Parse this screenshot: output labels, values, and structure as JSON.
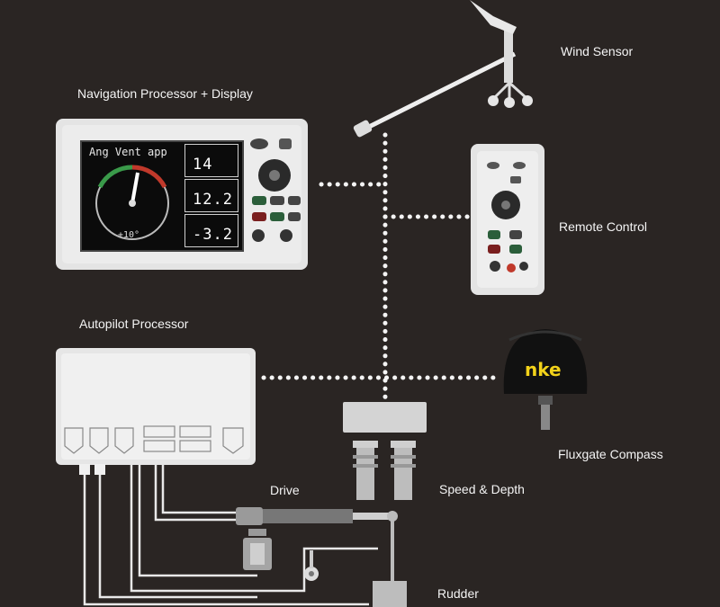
{
  "labels": {
    "wind_sensor": "Wind Sensor",
    "nav_processor": "Navigation Processor + Display",
    "remote_control": "Remote Control",
    "autopilot_processor": "Autopilot Processor",
    "fluxgate_compass": "Fluxgate Compass",
    "drive": "Drive",
    "speed_depth": "Speed & Depth",
    "rudder": "Rudder"
  },
  "display": {
    "title": "Ang Vent app",
    "gauge_value": "+10°",
    "boxes": [
      {
        "value": "14"
      },
      {
        "value": "12.2"
      },
      {
        "value": "-3.2"
      }
    ]
  },
  "compass_brand": "nke",
  "colors": {
    "background": "#2a2523",
    "device_body": "#e6e6e6",
    "cable": "#f0f0f0",
    "brand_yellow": "#f2d21a"
  }
}
